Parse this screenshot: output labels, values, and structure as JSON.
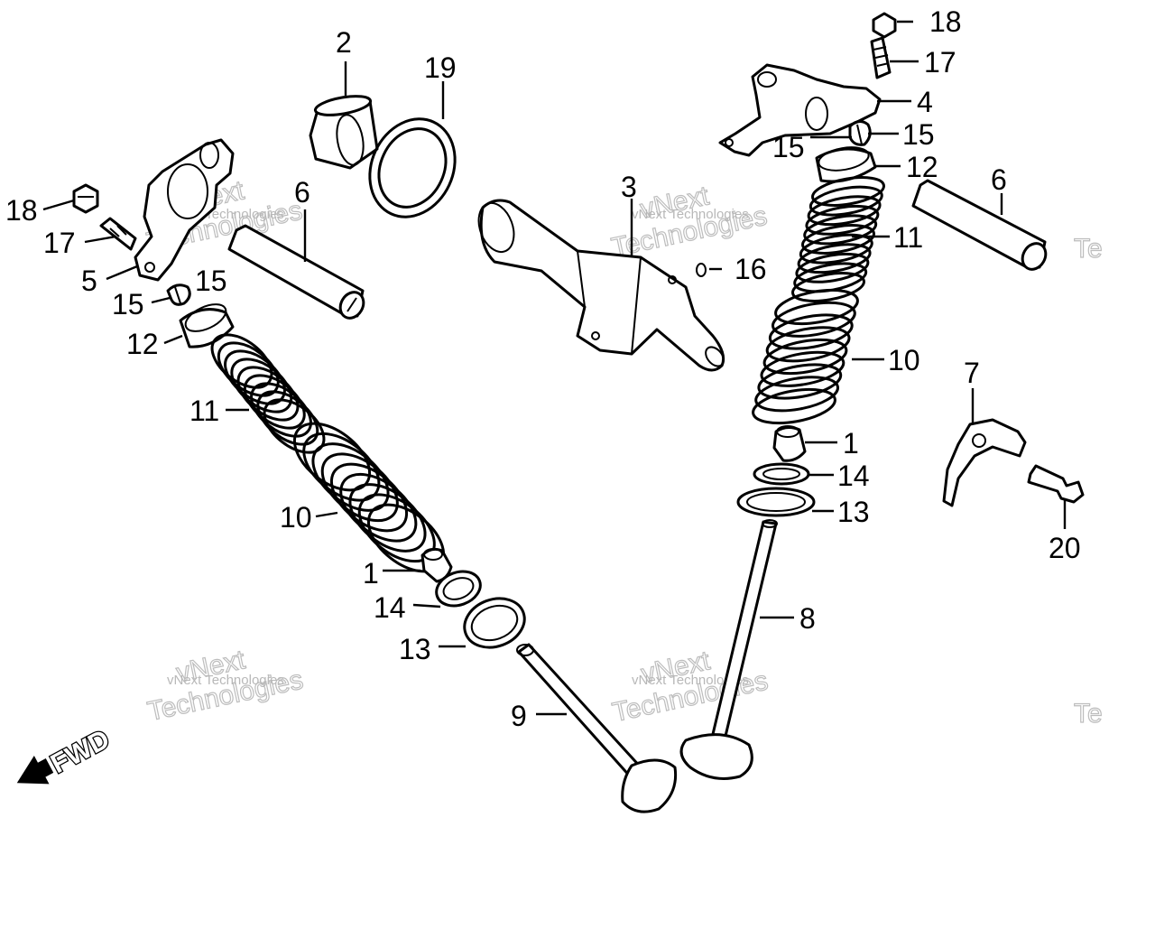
{
  "diagram": {
    "fwd_label": "FWD",
    "watermark_small": "vNext Technologies",
    "watermark_big_line1": "vNext",
    "watermark_big_line2": "Technologies",
    "watermark_edge": "Te",
    "callouts": [
      {
        "id": "c2",
        "text": "2"
      },
      {
        "id": "c19",
        "text": "19"
      },
      {
        "id": "c18a",
        "text": "18"
      },
      {
        "id": "c17a",
        "text": "17"
      },
      {
        "id": "c5",
        "text": "5"
      },
      {
        "id": "c15a",
        "text": "15"
      },
      {
        "id": "c15b",
        "text": "15"
      },
      {
        "id": "c12a",
        "text": "12"
      },
      {
        "id": "c6a",
        "text": "6"
      },
      {
        "id": "c11a",
        "text": "11"
      },
      {
        "id": "c10a",
        "text": "10"
      },
      {
        "id": "c1a",
        "text": "1"
      },
      {
        "id": "c14a",
        "text": "14"
      },
      {
        "id": "c13a",
        "text": "13"
      },
      {
        "id": "c9",
        "text": "9"
      },
      {
        "id": "c3",
        "text": "3"
      },
      {
        "id": "c16",
        "text": "16"
      },
      {
        "id": "c18b",
        "text": "18"
      },
      {
        "id": "c17b",
        "text": "17"
      },
      {
        "id": "c4",
        "text": "4"
      },
      {
        "id": "c15c",
        "text": "15"
      },
      {
        "id": "c15d",
        "text": "15"
      },
      {
        "id": "c12b",
        "text": "12"
      },
      {
        "id": "c6b",
        "text": "6"
      },
      {
        "id": "c11b",
        "text": "11"
      },
      {
        "id": "c10b",
        "text": "10"
      },
      {
        "id": "c1b",
        "text": "1"
      },
      {
        "id": "c14b",
        "text": "14"
      },
      {
        "id": "c13b",
        "text": "13"
      },
      {
        "id": "c8",
        "text": "8"
      },
      {
        "id": "c7",
        "text": "7"
      },
      {
        "id": "c20",
        "text": "20"
      }
    ]
  }
}
